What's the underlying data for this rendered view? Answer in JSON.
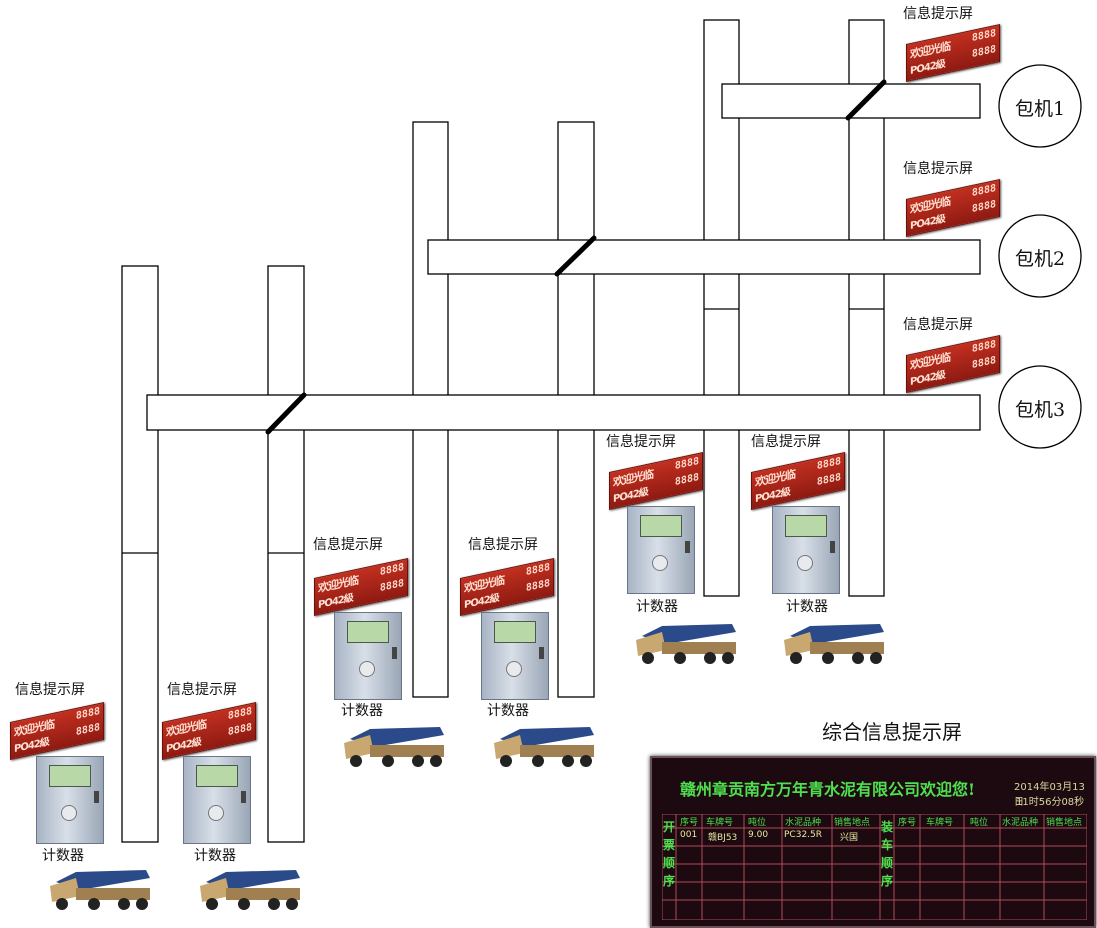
{
  "machines": [
    "包机1",
    "包机2",
    "包机3"
  ],
  "screen_label": "信息提示屏",
  "counter_label": "计数器",
  "led_line1": "欢迎光临",
  "led_line2": "PO42級",
  "led_number": "8888",
  "summary_label": "综合信息提示屏",
  "summary_panel": {
    "title": "赣州章贡南方万年青水泥有限公司欢迎您!",
    "date": "2014年03月13日",
    "time": "11时56分08秒",
    "left_vertical": [
      "开",
      "票",
      "顺",
      "序"
    ],
    "mid_vertical": [
      "装",
      "车",
      "顺",
      "序"
    ],
    "headers_left": [
      "序号",
      "车牌号",
      "吨位",
      "水泥品种",
      "销售地点"
    ],
    "headers_right": [
      "序号",
      "车牌号",
      "吨位",
      "水泥品种",
      "销售地点"
    ],
    "row1": [
      "001",
      "赣BJ53",
      "9.00",
      "PC32.5R",
      "兴国"
    ]
  },
  "colors": {
    "led_red": "#b22a1c",
    "panel_green": "#4ee04e",
    "panel_bg": "#1c0a10"
  }
}
